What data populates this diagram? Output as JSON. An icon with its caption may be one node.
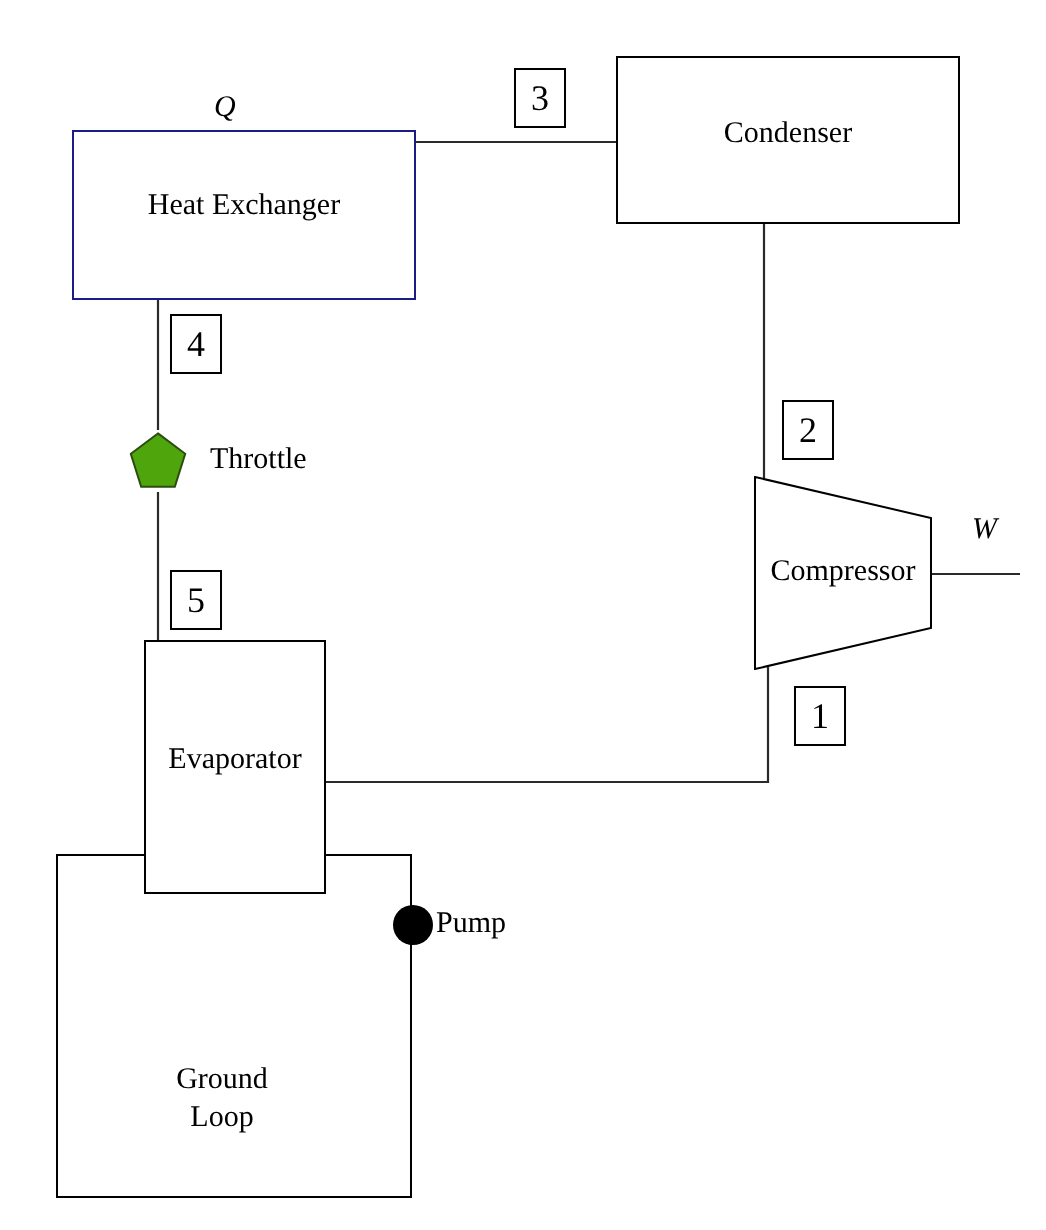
{
  "diagram": {
    "nodes": [
      {
        "text": [
          "Heat Exchanger"
        ],
        "beside": [
          "Q"
        ]
      },
      {
        "text": [
          "Condenser"
        ]
      },
      {
        "text": [
          "Compressor"
        ]
      },
      {
        "text": [],
        "shape": "pentagon",
        "beside": [
          "Throttle"
        ]
      },
      {
        "text": [
          "Evaporator"
        ]
      },
      {
        "text": [
          "Ground Loop"
        ]
      },
      {
        "text": [],
        "shape": "circle",
        "beside": [
          "Pump"
        ]
      }
    ],
    "edges": [
      {
        "from": 4,
        "to": 2,
        "arrow": "none",
        "label": "1"
      },
      {
        "from": 2,
        "to": 1,
        "arrow": "none",
        "label": "2"
      },
      {
        "from": 1,
        "to": 0,
        "arrow": "none",
        "label": "3"
      },
      {
        "from": 0,
        "to": 3,
        "arrow": "none",
        "label": "4"
      },
      {
        "from": 3,
        "to": 4,
        "arrow": "none",
        "label": "5"
      },
      {
        "from": 2,
        "to": null,
        "arrow": "none",
        "label": "W"
      }
    ]
  }
}
